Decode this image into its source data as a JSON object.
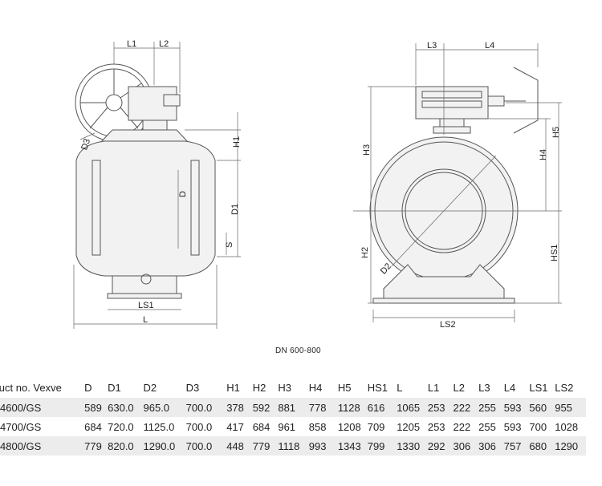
{
  "caption": "DN 600-800",
  "front_view": {
    "labels": {
      "L1": "L1",
      "L2": "L2",
      "D3": "D3",
      "H1": "H1",
      "D": "D",
      "D1": "D1",
      "S": "S",
      "LS1": "LS1",
      "L": "L"
    }
  },
  "side_view": {
    "labels": {
      "L3": "L3",
      "L4": "L4",
      "H3": "H3",
      "H4": "H4",
      "H5": "H5",
      "H2": "H2",
      "D2": "D2",
      "HS1": "HS1",
      "LS2": "LS2"
    }
  },
  "table": {
    "headers": [
      "roduct no. Vexve",
      "D",
      "D1",
      "D2",
      "D3",
      "H1",
      "H2",
      "H3",
      "H4",
      "H5",
      "HS1",
      "L",
      "L1",
      "L2",
      "L3",
      "L4",
      "LS1",
      "LS2"
    ],
    "rows": [
      [
        "4600/GS",
        "589",
        "630.0",
        "965.0",
        "700.0",
        "378",
        "592",
        "881",
        "778",
        "1128",
        "616",
        "1065",
        "253",
        "222",
        "255",
        "593",
        "560",
        "955"
      ],
      [
        "4700/GS",
        "684",
        "720.0",
        "1125.0",
        "700.0",
        "417",
        "684",
        "961",
        "858",
        "1208",
        "709",
        "1205",
        "253",
        "222",
        "255",
        "593",
        "700",
        "1028"
      ],
      [
        "4800/GS",
        "779",
        "820.0",
        "1290.0",
        "700.0",
        "448",
        "779",
        "1118",
        "993",
        "1343",
        "799",
        "1330",
        "292",
        "306",
        "306",
        "757",
        "680",
        "1290"
      ]
    ]
  }
}
